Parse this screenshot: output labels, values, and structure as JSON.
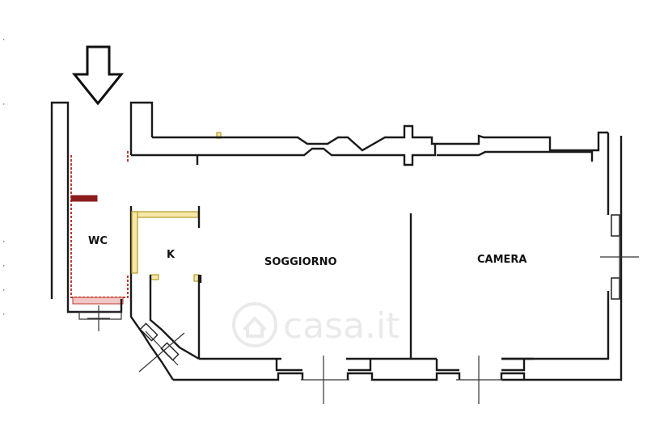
{
  "rooms": {
    "wc": "WC",
    "kitchen": "K",
    "living": "SOGGIORNO",
    "bedroom": "CAMERA"
  },
  "watermark": {
    "text": "casa.it",
    "logo_icon": "house-circle-icon"
  },
  "entrance_icon": "down-arrow-icon",
  "margin_glyphs": [
    "·",
    "·",
    "·",
    "·",
    "·",
    "·"
  ],
  "colors": {
    "walls": "#1a1a1a",
    "demolition": "#c0392b",
    "new_construction": "#f4e9a8",
    "watermark": "#d9d9d9"
  }
}
